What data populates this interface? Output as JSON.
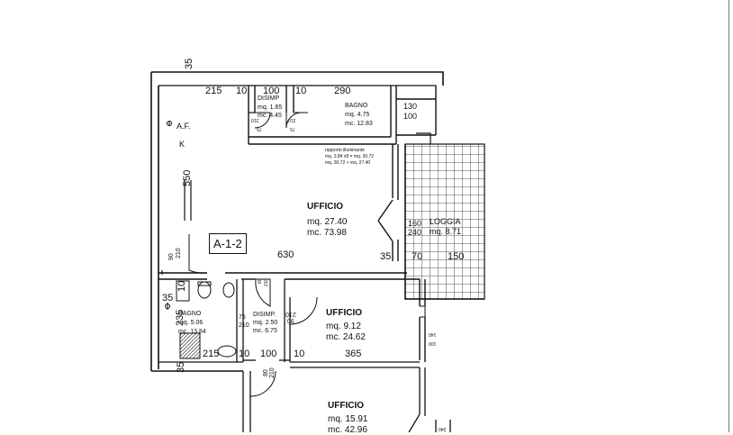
{
  "unit_code": "A-1-2",
  "rooms": {
    "disimp_top": {
      "name": "DISIMP",
      "area": "mq. 1.65",
      "volume": "mc. 4.45"
    },
    "bagno_top": {
      "name": "BAGNO",
      "area": "mq. 4.75",
      "volume": "mc. 12.83"
    },
    "ufficio_main": {
      "name": "UFFICIO",
      "area": "mq. 27.40",
      "volume": "mc. 73.98"
    },
    "loggia": {
      "name": "LOGGIA",
      "area": "mq. 8.71"
    },
    "bagno_bottom": {
      "name": "BAGNO",
      "area": "mq. 5.06",
      "volume": "mc. 13.84"
    },
    "disimp_bottom": {
      "name": "DISIMP.",
      "area": "mq. 2.50",
      "volume": "mc. 6.75"
    },
    "ufficio_mid": {
      "name": "UFFICIO",
      "area": "mq. 9.12",
      "volume": "mc. 24.62"
    },
    "ufficio_bottom": {
      "name": "UFFICIO",
      "area": "mq. 15.91",
      "volume": "mc. 42.96"
    }
  },
  "rapporto": {
    "line1": "rapporto illuminante",
    "line2": "mq. 3.84 x8 = mq. 30.72",
    "line3": "mq. 30.72    > mq. 27.40"
  },
  "af_label": "A.F.",
  "k_label": "K",
  "dimensions": {
    "top_35": "35",
    "top_215": "215",
    "top_10a": "10",
    "top_100": "100",
    "top_10b": "10",
    "top_290": "290",
    "win_130": "130",
    "win_100": "100",
    "left_550": "550",
    "door_left_90": "90",
    "door_left_210": "210",
    "mid_630": "630",
    "mid_35": "35",
    "mid_70": "70",
    "mid_150": "150",
    "loggia_160": "160",
    "loggia_240": "240",
    "b_35a": "35",
    "b_10": "10",
    "b_235": "235",
    "b_215": "215",
    "b_10a": "10",
    "b_100": "100",
    "b_10b": "10",
    "b_365": "365",
    "b_35b": "35",
    "door_75a": "75",
    "door_210a": "210",
    "door_75b": "75",
    "door_210b": "210",
    "door_80a": "80",
    "door_210c": "210",
    "door_75c": "75",
    "door_210d": "210",
    "door_210e": "210",
    "door_90b": "90",
    "door_80b": "80",
    "door_210f": "210",
    "r_140": "140",
    "r_100": "100",
    "r_240": "240"
  }
}
